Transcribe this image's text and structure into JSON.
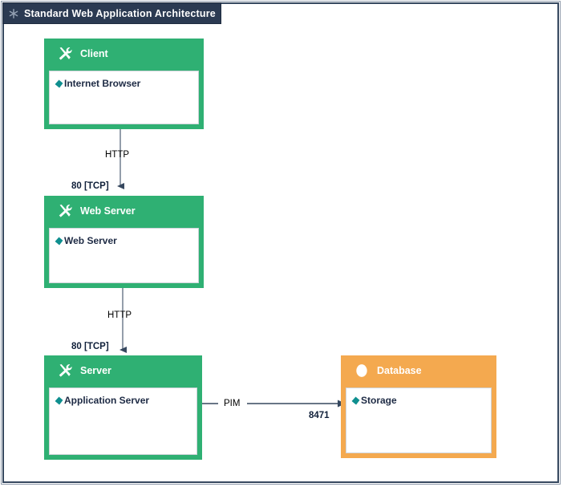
{
  "window": {
    "title": "Standard Web Application Architecture",
    "title_icon": "asterisk-icon",
    "border_color": "#36485f",
    "titlebar_color": "#2b3a52"
  },
  "palette": {
    "node_green": "#2fb073",
    "node_orange": "#f4a94f",
    "bullet_teal": "#0f8f8f",
    "connector_gray": "#7a8696",
    "connector_navy": "#36485f",
    "text_navy": "#1d2a44"
  },
  "nodes": [
    {
      "id": "client",
      "type": "server-node",
      "icon": "tools-icon",
      "title": "Client",
      "color": "#2fb073",
      "items": [
        {
          "bullet": "diamond-icon",
          "label": "Internet Browser"
        }
      ]
    },
    {
      "id": "web-server",
      "type": "server-node",
      "icon": "tools-icon",
      "title": "Web Server",
      "color": "#2fb073",
      "items": [
        {
          "bullet": "diamond-icon",
          "label": "Web Server"
        }
      ]
    },
    {
      "id": "server",
      "type": "server-node",
      "icon": "tools-icon",
      "title": "Server",
      "color": "#2fb073",
      "items": [
        {
          "bullet": "diamond-icon",
          "label": "Application Server"
        }
      ]
    },
    {
      "id": "database",
      "type": "database-node",
      "icon": "database-icon",
      "title": "Database",
      "color": "#f4a94f",
      "items": [
        {
          "bullet": "diamond-icon",
          "label": "Storage"
        }
      ]
    }
  ],
  "connections": [
    {
      "id": "client-to-web-server",
      "from": "client",
      "to": "web-server",
      "protocol": "HTTP",
      "port": "80 [TCP]",
      "direction": "down"
    },
    {
      "id": "web-server-to-server",
      "from": "web-server",
      "to": "server",
      "protocol": "HTTP",
      "port": "80 [TCP]",
      "direction": "down"
    },
    {
      "id": "server-to-database",
      "from": "server",
      "to": "database",
      "protocol": "PIM",
      "port": "8471",
      "direction": "right"
    }
  ]
}
